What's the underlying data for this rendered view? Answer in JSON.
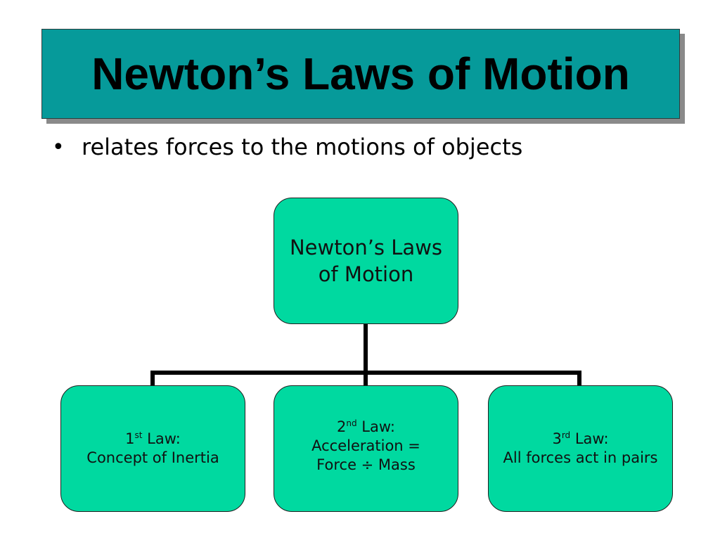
{
  "slide": {
    "title": "Newton’s Laws of Motion",
    "bullet": "relates forces to the motions of objects"
  },
  "diagram": {
    "root": {
      "line1": "Newton’s Laws",
      "line2": "of Motion"
    },
    "children": [
      {
        "num": "1",
        "sup": "st",
        "law": " Law:",
        "line2": "Concept of Inertia",
        "line3": ""
      },
      {
        "num": "2",
        "sup": "nd",
        "law": " Law:",
        "line2": "Acceleration =",
        "line3": "Force ÷ Mass"
      },
      {
        "num": "3",
        "sup": "rd",
        "law": " Law:",
        "line2": "All forces act in pairs",
        "line3": ""
      }
    ]
  },
  "colors": {
    "title_bg": "#069a9a",
    "node_fill": "#00d9a0",
    "connector": "#000000"
  }
}
